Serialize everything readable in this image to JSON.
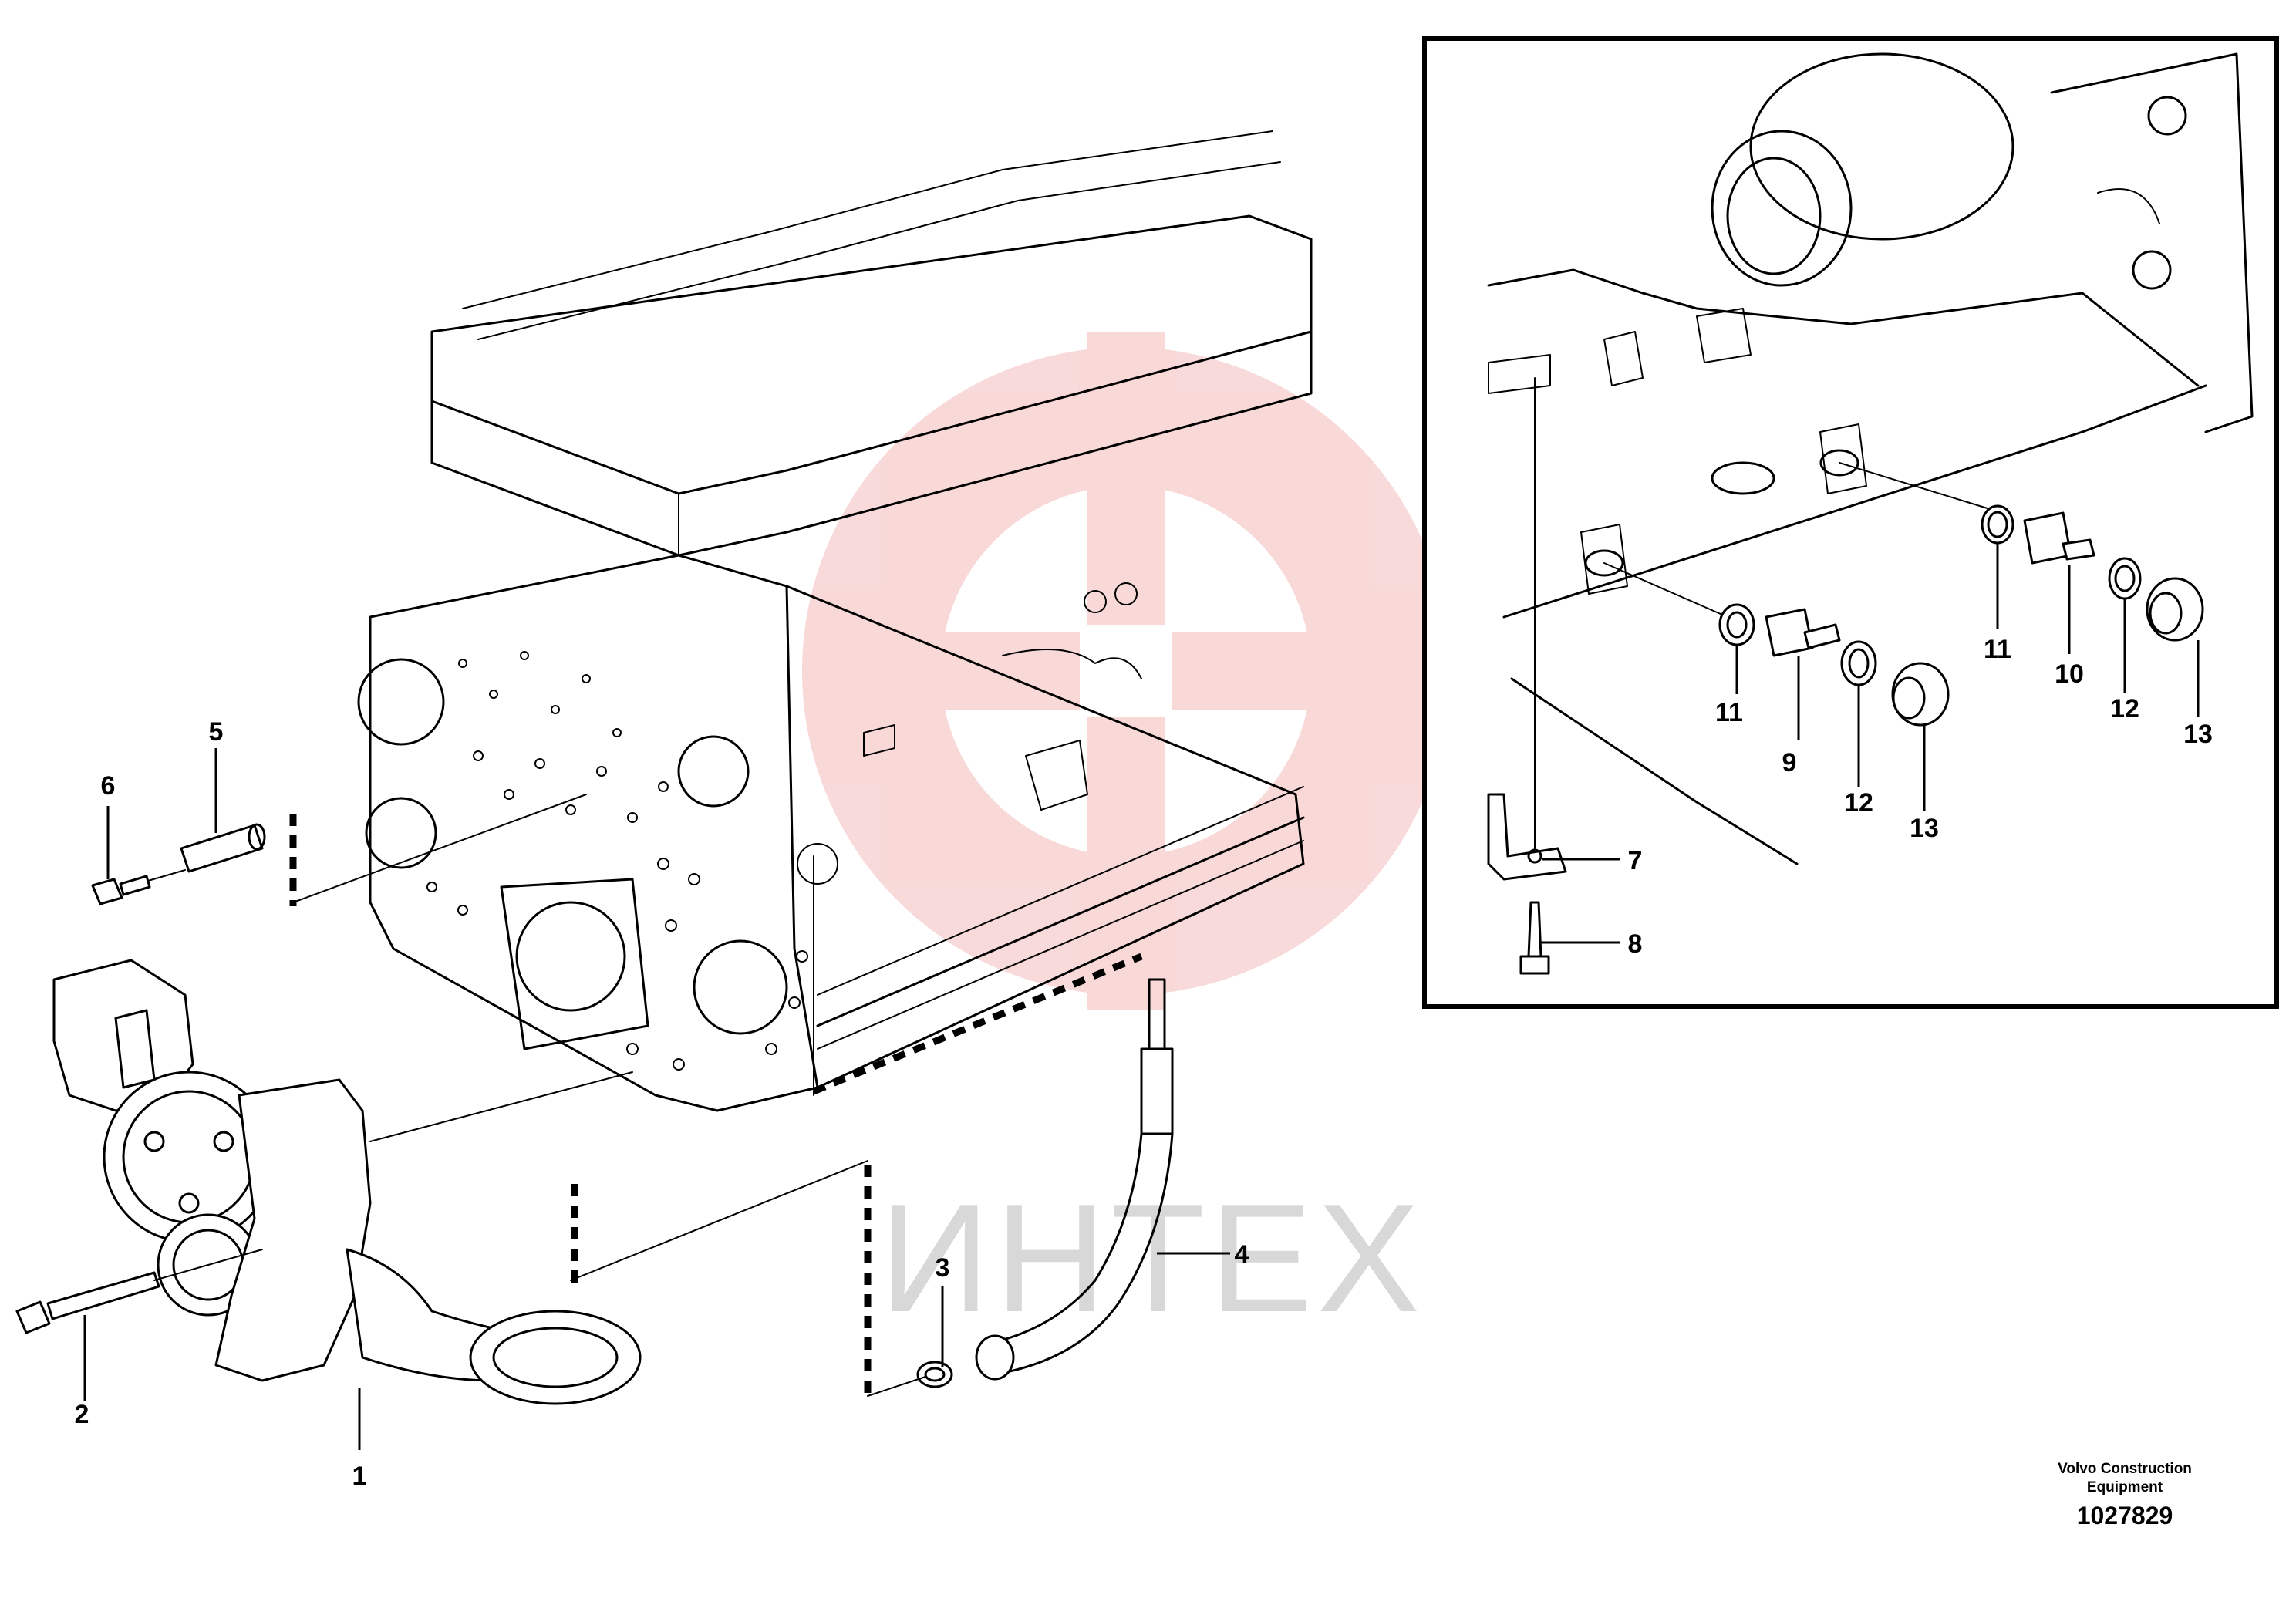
{
  "watermark": {
    "text": "ИНТЕХ",
    "color": "#e03030",
    "text_color": "#d8d8d8"
  },
  "callouts": {
    "c1": "1",
    "c2": "2",
    "c3": "3",
    "c4": "4",
    "c5": "5",
    "c6": "6",
    "c7": "7",
    "c8": "8",
    "c9": "9",
    "c10": "10",
    "c11a": "11",
    "c11b": "11",
    "c12a": "12",
    "c12b": "12",
    "c13a": "13",
    "c13b": "13"
  },
  "footer": {
    "manufacturer_line1": "Volvo Construction",
    "manufacturer_line2": "Equipment",
    "drawing_number": "1027829"
  },
  "icons": {
    "engine": "engine-block-drawing",
    "oil_pump": "oil-pump-drawing",
    "detail": "detail-view-drawing"
  }
}
